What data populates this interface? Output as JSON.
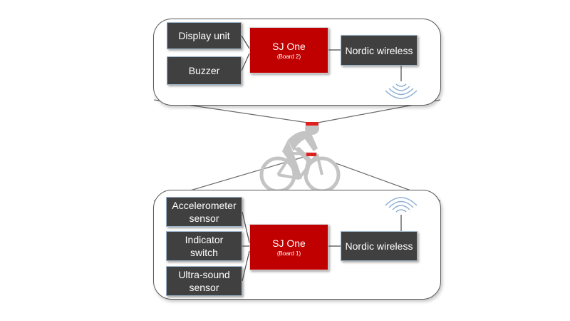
{
  "colors": {
    "board": "#c00000",
    "module": "#404040",
    "waves": "#8fb1d6",
    "cyclist": "#c7c7c7",
    "marker": "#e02020"
  },
  "top_panel": {
    "display_unit": "Display unit",
    "buzzer": "Buzzer",
    "board_title": "SJ One",
    "board_sub": "(Board 2)",
    "wireless": "Nordic wireless"
  },
  "bottom_panel": {
    "accelerometer": [
      "Accelerometer",
      "sensor"
    ],
    "indicator": [
      "Indicator",
      "switch"
    ],
    "ultrasound": [
      "Ultra-sound",
      "sensor"
    ],
    "board_title": "SJ One",
    "board_sub": "(Board 1)",
    "wireless": "Nordic wireless"
  },
  "icons": {
    "top_signal": "wireless-signal-icon",
    "bottom_signal": "wireless-signal-icon",
    "cyclist": "cyclist-icon"
  }
}
